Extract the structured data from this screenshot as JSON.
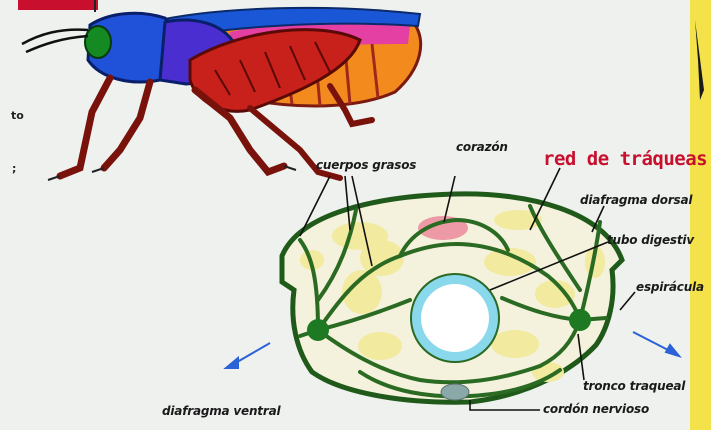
{
  "title": "red de tráqueas",
  "labels": {
    "corazon": "corazón",
    "cuerpos_grasos": "cuerpos grasos",
    "diafragma_dorsal": "diafragma dorsal",
    "tubo_digestivo": "tubo digestiv",
    "espiraculo": "espirácula",
    "tronco_traqueal": "tronco traqueal",
    "cordon_nervioso": "cordón nervioso",
    "diafragma_ventral": "diafragma ventral"
  },
  "fragments": {
    "left_top": "to",
    "left_bottom": ";"
  },
  "colors": {
    "trachea": "#2a6a22",
    "heart": "#ee9aa6",
    "fat_body": "#f2ea9e",
    "gut_ring": "#8ad8ec",
    "body_fill": "#f4f1dc",
    "arrows": "#2b63d6",
    "title": "#c8102e"
  }
}
